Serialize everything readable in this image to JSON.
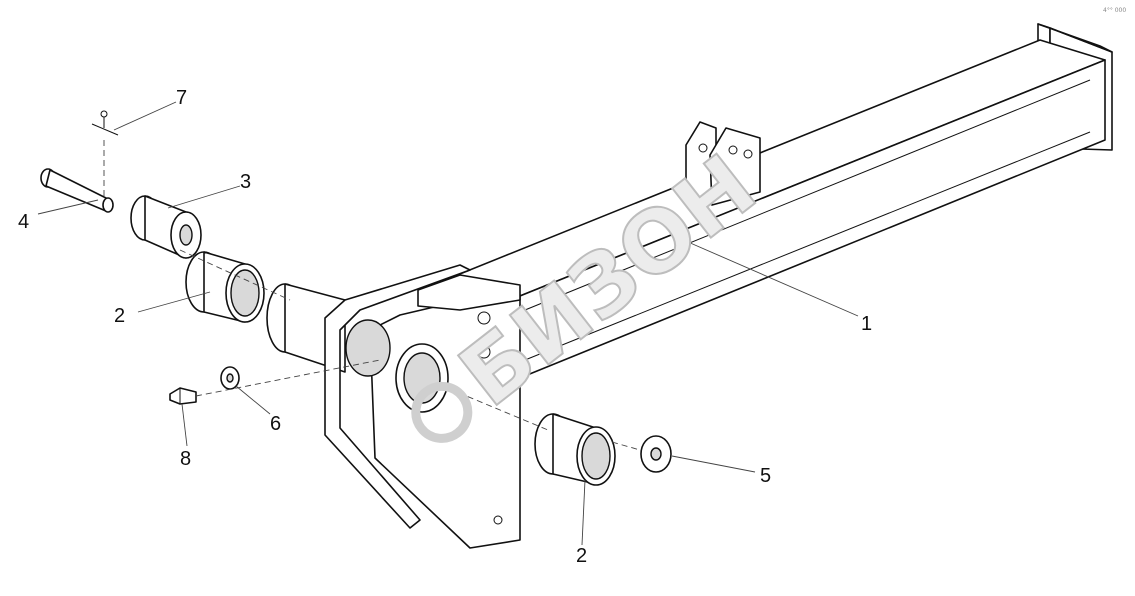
{
  "diagram": {
    "corner_code": "4°° 000",
    "watermark": "БИЗОН",
    "callouts": [
      {
        "id": "callout-1",
        "label": "1"
      },
      {
        "id": "callout-2a",
        "label": "2"
      },
      {
        "id": "callout-2b",
        "label": "2"
      },
      {
        "id": "callout-3",
        "label": "3"
      },
      {
        "id": "callout-4",
        "label": "4"
      },
      {
        "id": "callout-5",
        "label": "5"
      },
      {
        "id": "callout-6",
        "label": "6"
      },
      {
        "id": "callout-7",
        "label": "7"
      },
      {
        "id": "callout-8",
        "label": "8"
      }
    ]
  }
}
